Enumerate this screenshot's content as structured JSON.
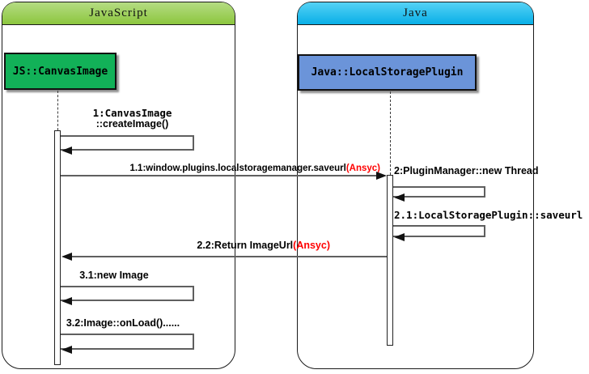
{
  "diagram_type": "uml-sequence-diagram",
  "colors": {
    "js_header_top": "#b5dc83",
    "js_header_bottom": "#8cc63e",
    "java_header_top": "#55d2f5",
    "java_header_bottom": "#09afe7",
    "js_object_fill": "#12b158",
    "java_object_fill": "#6b94d9",
    "line": "#5f5f5f",
    "arrowhead": "#121212",
    "async_red": "#ff0000"
  },
  "frames": {
    "js": {
      "title": "JavaScript"
    },
    "java": {
      "title": "Java"
    }
  },
  "objects": {
    "js": {
      "label": "JS::CanvasImage"
    },
    "java": {
      "label": "Java::LocalStoragePlugin"
    }
  },
  "messages": {
    "m1": {
      "line1": "1:CanvasImage",
      "line2": "::createImage()"
    },
    "m1_1": {
      "text": "1.1:window.plugins.localstoragemanager.saveurl",
      "async": "(Ansyc)"
    },
    "m2": {
      "text": "2:PluginManager::new Thread"
    },
    "m2_1": {
      "text": "2.1:LocalStoragePlugin::saveurl"
    },
    "m2_2": {
      "text": "2.2:Return ImageUrl",
      "async": "(Ansyc)"
    },
    "m3_1": {
      "text": "3.1:new Image"
    },
    "m3_2": {
      "text": "3.2:Image::onLoad()......"
    }
  }
}
